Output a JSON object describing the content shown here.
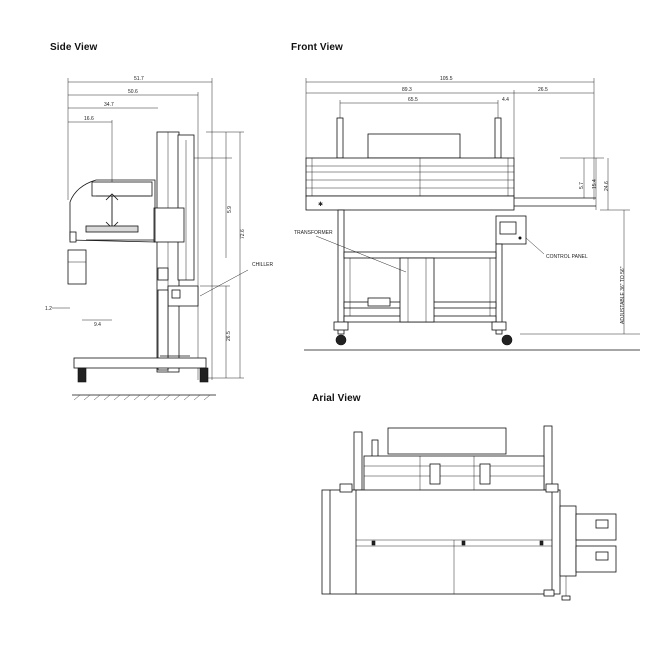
{
  "views": {
    "side": {
      "title": "Side View",
      "dims": {
        "overall_width": "51.7",
        "width_2": "50.6",
        "width_3": "34.7",
        "width_4": "16.6",
        "height_1": "5.9",
        "overall_height": "72.6",
        "lower_height": "26.5",
        "left_offset": "1.2",
        "base_width": "9.4"
      },
      "labels": {
        "chiller": "CHILLER"
      }
    },
    "front": {
      "title": "Front View",
      "dims": {
        "overall_width": "105.5",
        "width_2": "89.3",
        "width_3": "65.5",
        "small_offset": "4.4",
        "right_offset": "26.5",
        "h1": "5.7",
        "h2": "15.4",
        "h3": "24.6",
        "adjustable": "ADJUSTABLE 36\" TO 56\""
      },
      "labels": {
        "transformer": "TRANSFORMER",
        "control_panel": "CONTROL PANEL"
      }
    },
    "aerial": {
      "title": "Arial View"
    }
  }
}
